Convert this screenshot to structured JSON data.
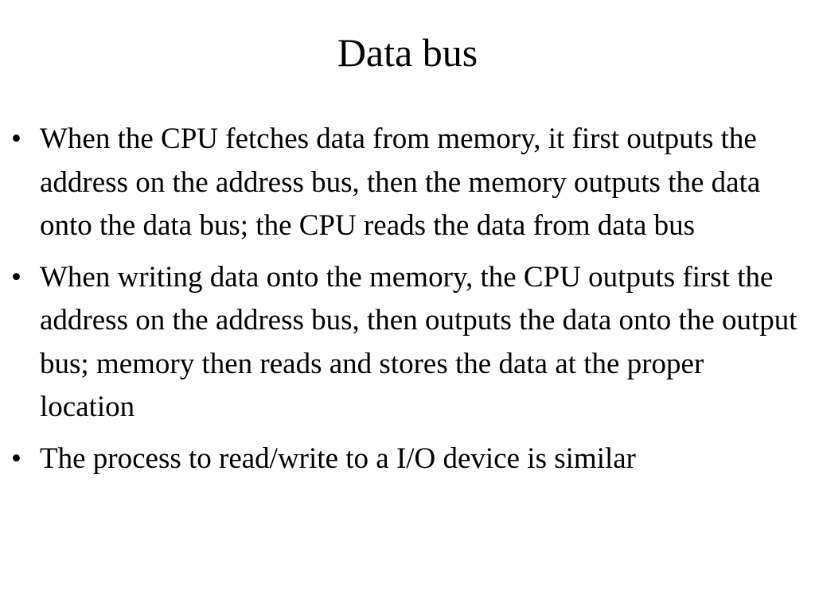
{
  "slide": {
    "title": "Data bus",
    "bullet_symbol": "•",
    "bullets": [
      "When the CPU fetches data from memory, it first outputs the address on the address bus, then the memory outputs the data onto the data bus; the CPU reads the data from data bus",
      "When writing data onto the memory, the CPU outputs first the address on the address bus, then outputs the data onto the output bus; memory then reads and stores the data at the proper location",
      "The process to read/write to a I/O device is similar"
    ]
  }
}
